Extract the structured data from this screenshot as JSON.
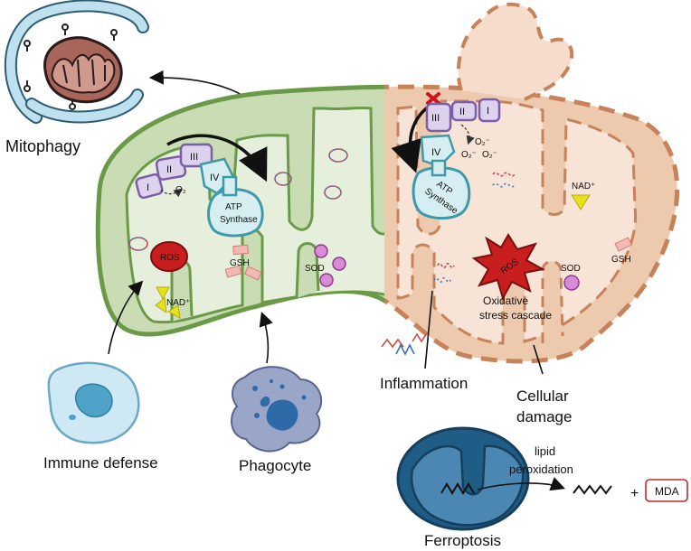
{
  "labels": {
    "mitophagy": "Mitophagy",
    "immune_defense": "Immune defense",
    "phagocyte": "Phagocyte",
    "inflammation": "Inflammation",
    "cellular_damage_1": "Cellular",
    "cellular_damage_2": "damage",
    "ferroptosis": "Ferroptosis",
    "lipid_peroxidation_1": "lipid",
    "lipid_peroxidation_2": "peroxidation",
    "mda": "MDA",
    "plus": "+"
  },
  "healthy": {
    "complex_1": "I",
    "complex_2": "II",
    "complex_3": "III",
    "complex_4": "IV",
    "o2": "O₂",
    "atp_synthase_1": "ATP",
    "atp_synthase_2": "Synthase",
    "ros": "ROS",
    "gsh": "GSH",
    "sod": "SOD",
    "nad": "NAD⁺"
  },
  "damaged": {
    "complex_1": "I",
    "complex_2": "II",
    "complex_3": "III",
    "complex_4": "IV",
    "superoxide_1": "O₂⁻",
    "superoxide_2": "O₂⁻",
    "superoxide_3": "O₂⁻",
    "atp_synthase_1": "ATP",
    "atp_synthase_2": "Synthase",
    "ros": "ROS",
    "nad": "NAD⁺",
    "sod": "SOD",
    "gsh": "GSH",
    "oxidative_1": "Oxidative",
    "oxidative_2": "stress cascade"
  },
  "colors": {
    "healthy_fill": "#c9dcb4",
    "healthy_outline": "#6a9a48",
    "healthy_inner": "#e6efdc",
    "damaged_fill": "#edc9ad",
    "damaged_outline": "#c7825a",
    "damaged_inner": "#f8e4d6",
    "ros_red": "#c81e1e",
    "complex_purple": "#7b5ea7",
    "complex_fill": "#ddd2ee",
    "atp_teal": "#3e9aa8",
    "atp_fill": "#d6eef1",
    "sod_fill": "#d98bd8",
    "gsh_fill": "#f2b8b4",
    "nad_yellow": "#e7e11c",
    "cell_blue": "#bfe0ee",
    "nucleus_blue": "#4fa3c8",
    "ferro_dark": "#1f5d86",
    "mda_red": "#c62828"
  }
}
